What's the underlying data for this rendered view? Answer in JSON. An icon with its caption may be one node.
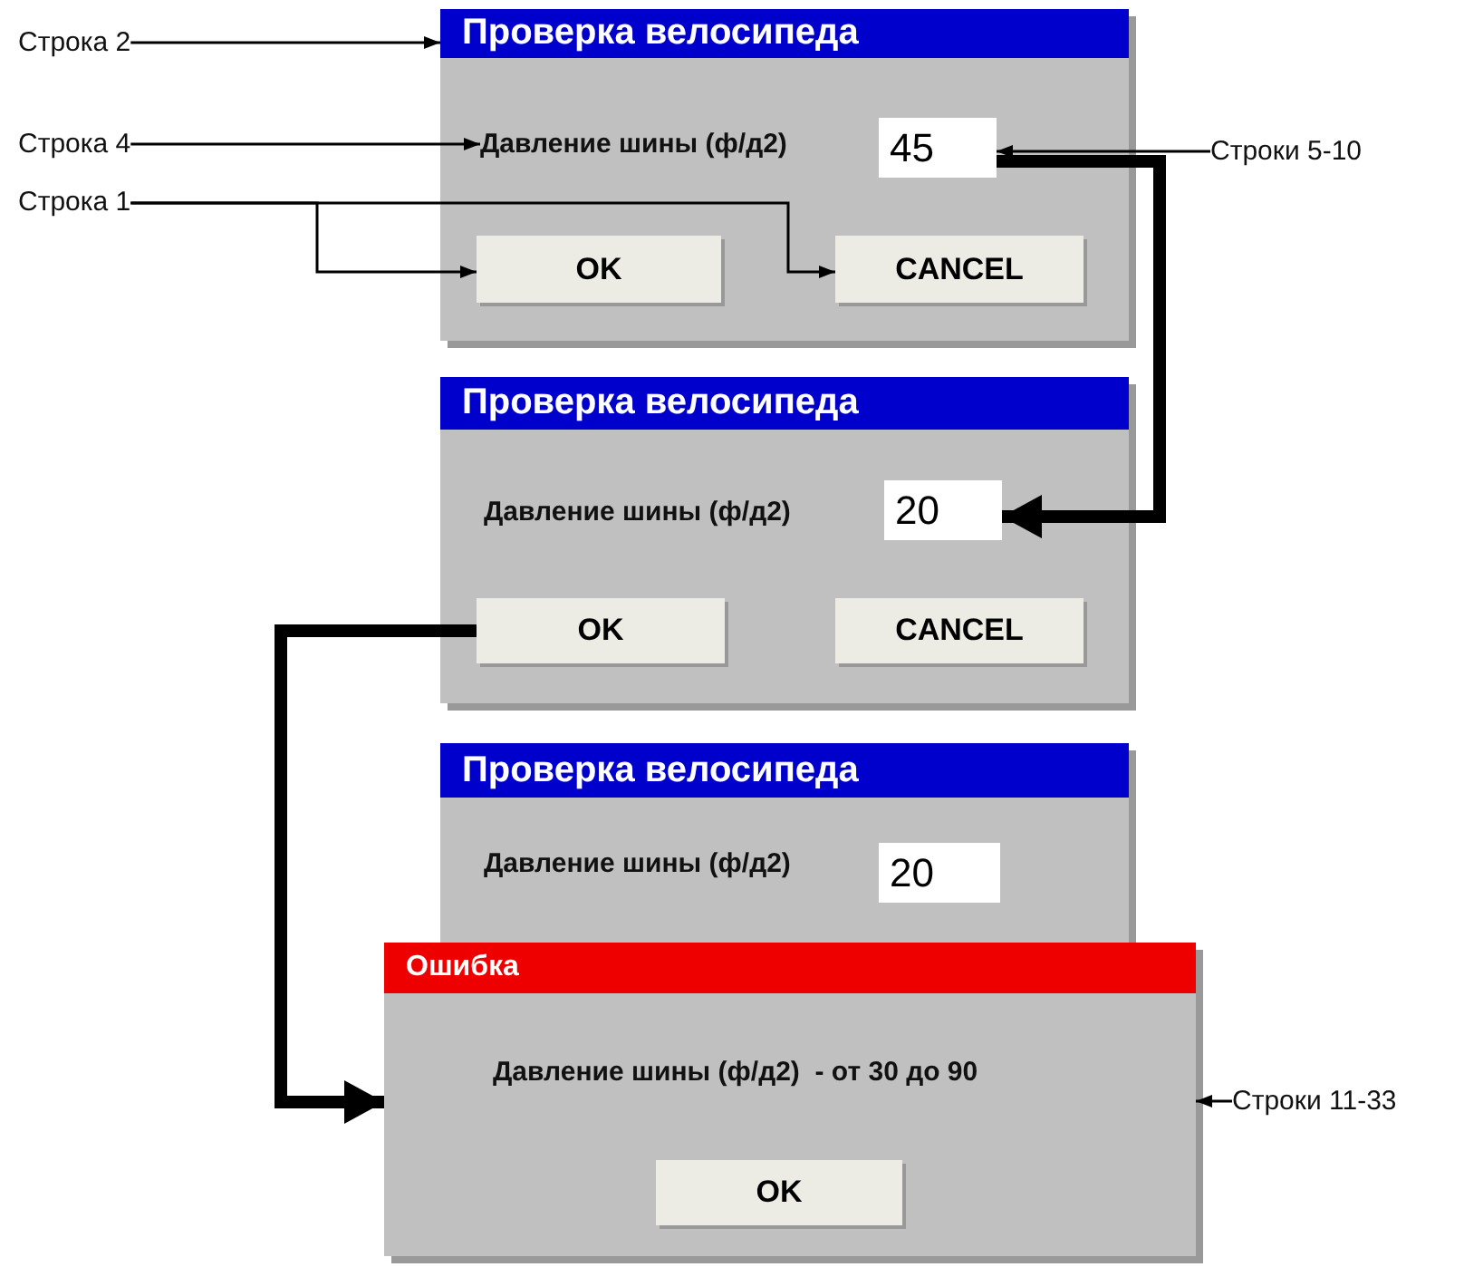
{
  "diagram": {
    "nodes": [
      {
        "text": [
          "Строка 2"
        ]
      },
      {
        "text": [
          "Проверка велосипеда"
        ]
      },
      {
        "text": [
          "Давление шины (ф/д2)"
        ],
        "in": 1
      },
      {
        "text": [
          "45"
        ],
        "in": 1
      },
      {
        "text": [
          "OK"
        ],
        "in": 1
      },
      {
        "text": [
          "CANCEL"
        ],
        "in": 1
      },
      {
        "text": [
          "Строка 4"
        ]
      },
      {
        "text": [
          "Строка 1"
        ]
      },
      {
        "text": [
          "Строки 5-10"
        ]
      },
      {
        "text": [
          "Проверка велосипеда"
        ]
      },
      {
        "text": [
          "Давление шины (ф/д2)"
        ],
        "in": 9
      },
      {
        "text": [
          "20"
        ],
        "in": 9
      },
      {
        "text": [
          "OK"
        ],
        "in": 9
      },
      {
        "text": [
          "CANCEL"
        ],
        "in": 9
      },
      {
        "text": [
          "Проверка велосипеда"
        ]
      },
      {
        "text": [
          "Давление шины (ф/д2)"
        ],
        "in": 14
      },
      {
        "text": [
          "20"
        ],
        "in": 14
      },
      {
        "text": [
          "Ошибка"
        ]
      },
      {
        "text": [
          "Давление шины (ф/д2)  - от 30 до 90"
        ],
        "in": 17
      },
      {
        "text": [
          "OK"
        ],
        "in": 17
      },
      {
        "text": [
          "Строки 11-33"
        ]
      }
    ],
    "edges": [
      {
        "from": 0,
        "to": 1,
        "arrow": "to"
      },
      {
        "from": 6,
        "to": 2,
        "arrow": "to"
      },
      {
        "from": 7,
        "to": 4,
        "arrow": "to"
      },
      {
        "from": 7,
        "to": 5,
        "arrow": "to"
      },
      {
        "from": 8,
        "to": 3,
        "arrow": "to"
      },
      {
        "from": 3,
        "to": 11,
        "arrow": "to",
        "style": "thick"
      },
      {
        "from": 12,
        "to": 17,
        "arrow": "to",
        "style": "thick"
      },
      {
        "from": 20,
        "to": 17,
        "arrow": "to"
      }
    ]
  }
}
